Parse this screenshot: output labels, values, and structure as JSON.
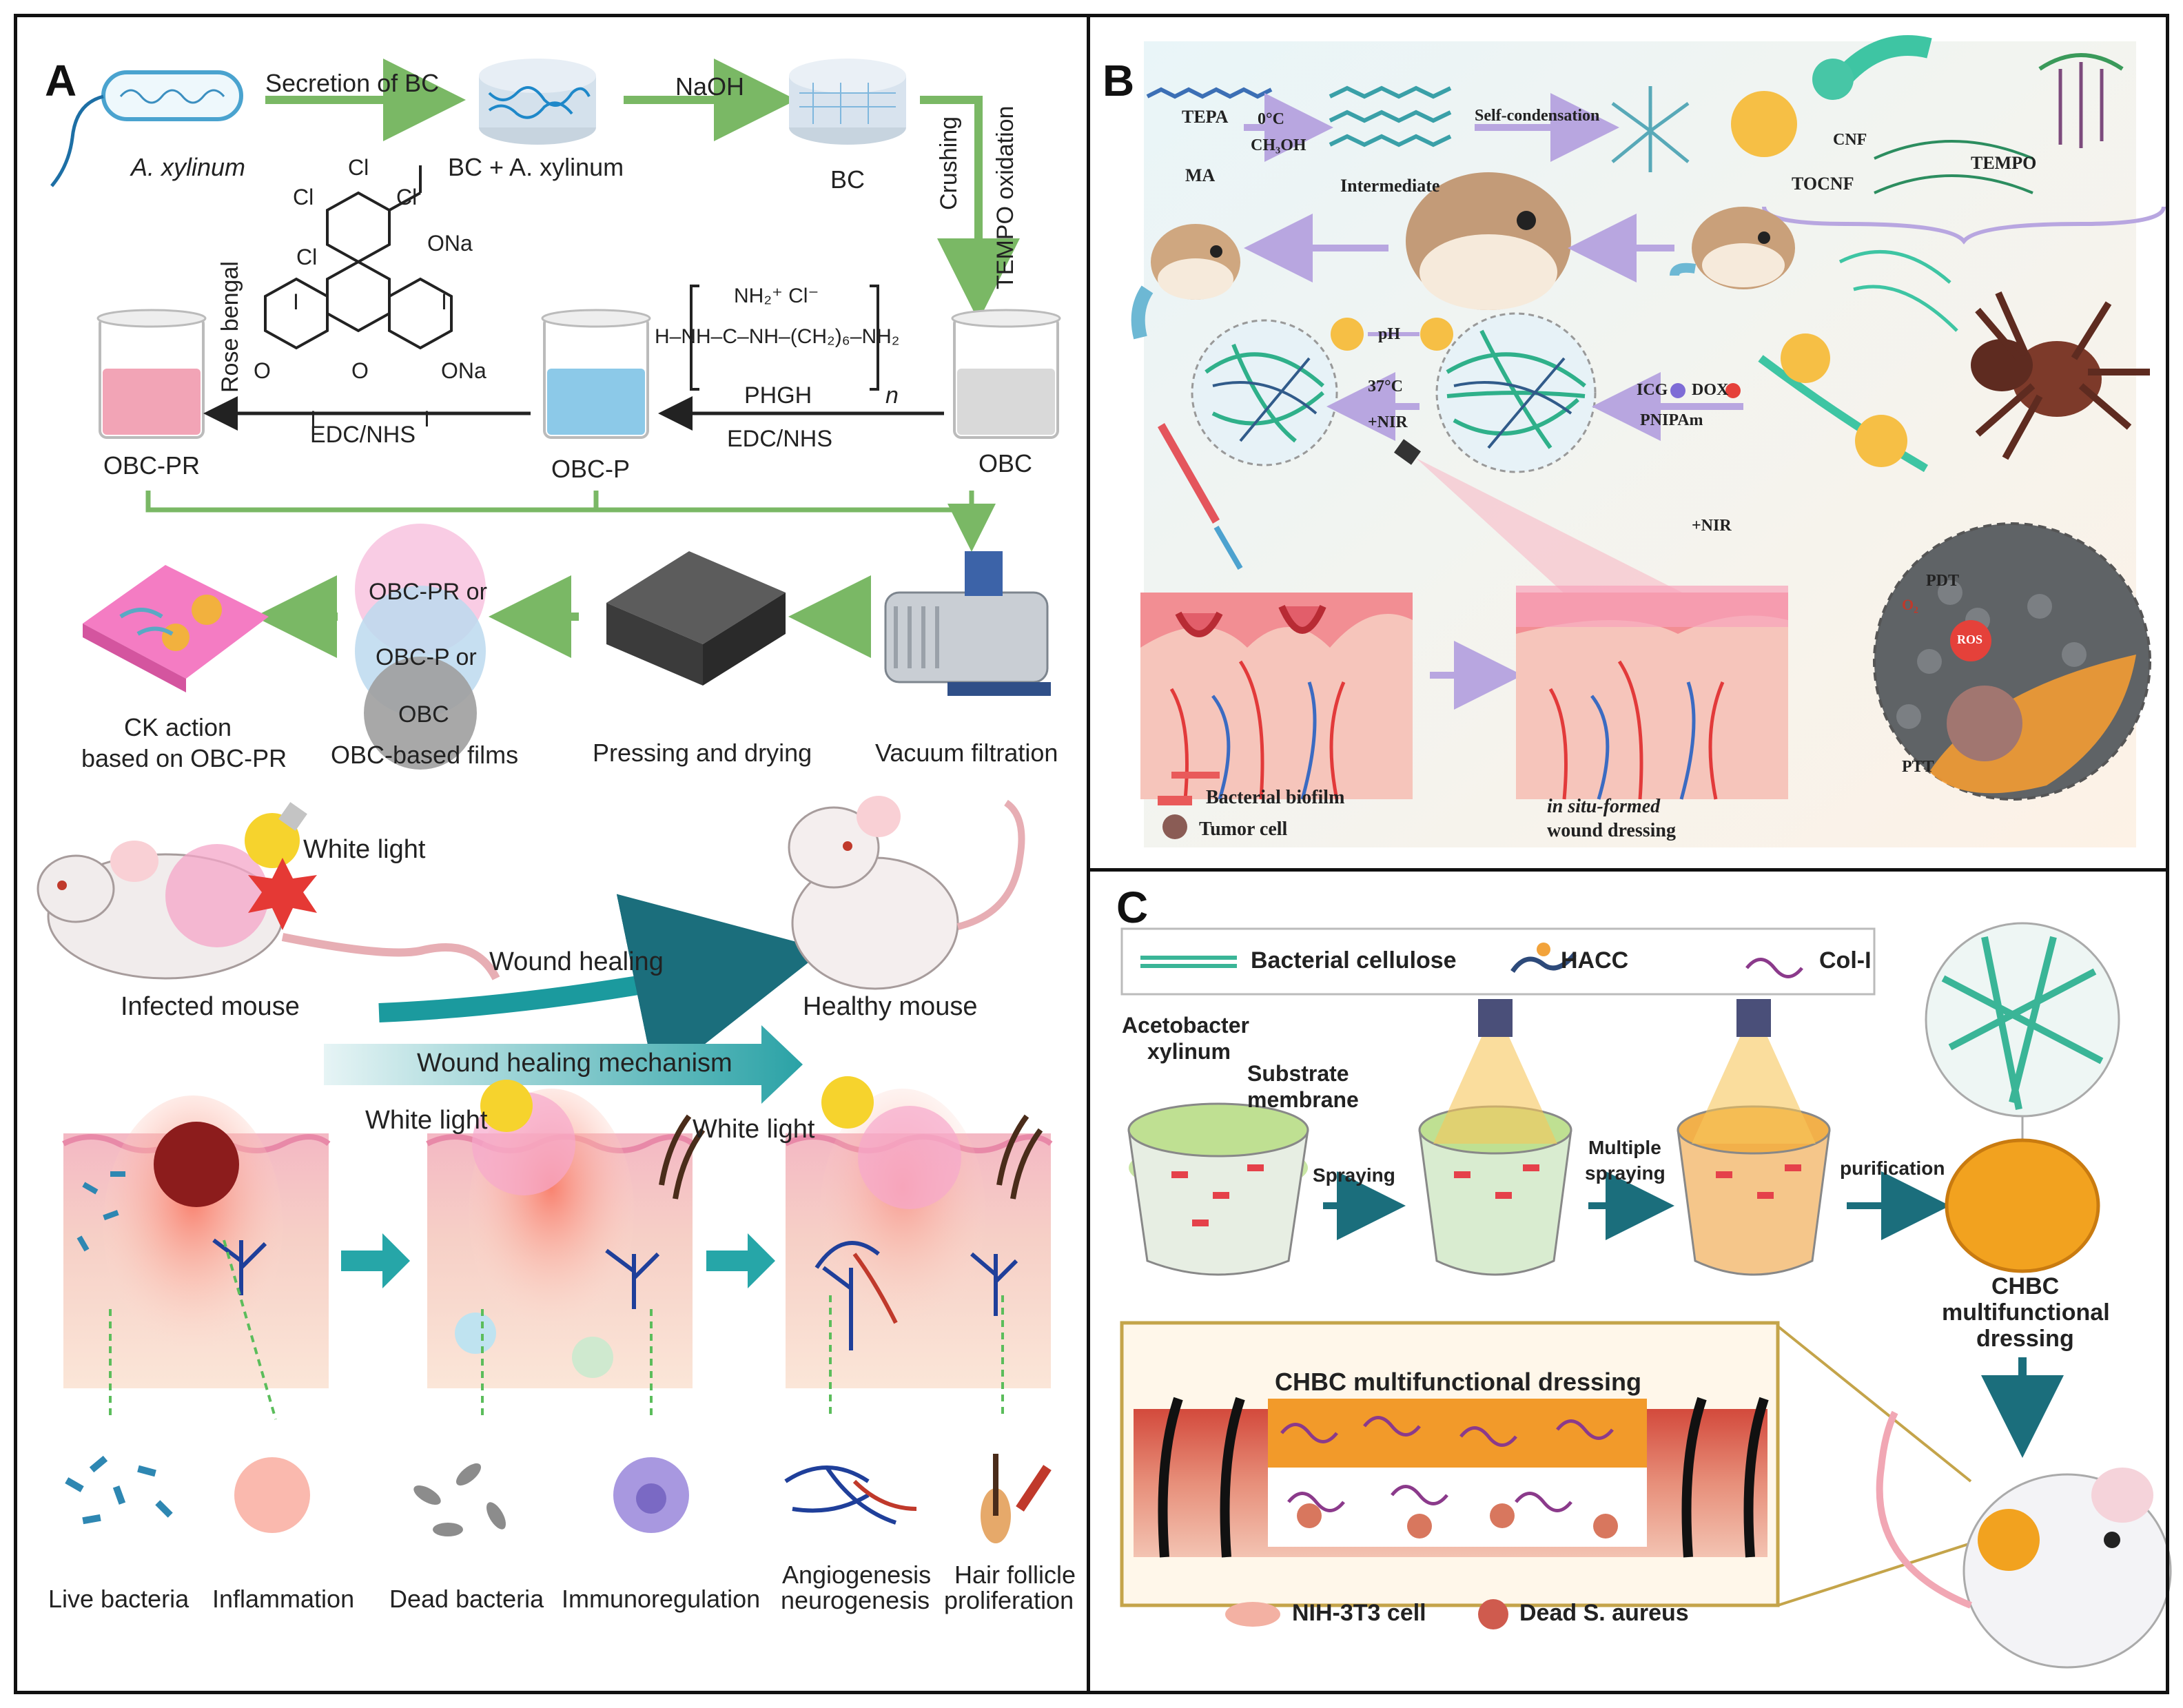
{
  "panels": {
    "a": {
      "letter": "A",
      "step_secretion": "Secretion of BC",
      "step_naoh": "NaOH",
      "organism": "A. xylinum",
      "bc_culture": "BC  + A. xylinum",
      "bc": "BC",
      "step_crushing": "Crushing",
      "step_tempo": "TEMPO oxidation",
      "rose_bengal": "Rose bengal",
      "ona": "ONa",
      "ona2": "ONa",
      "cl": "Cl",
      "i": "I",
      "o": "O",
      "phgh_unit": "NH₂⁺ Cl⁻",
      "phgh_backbone": "H–NH–C–NH–(CH₂)₆–NH₂",
      "phgh": "PHGH",
      "n": "n",
      "edc1": "EDC/NHS",
      "edc2": "EDC/NHS",
      "obc_pr": "OBC-PR",
      "obc_p": "OBC-P",
      "obc": "OBC",
      "venn_pr": "OBC-PR or",
      "venn_p": "OBC-P or",
      "venn_obc": "OBC",
      "film_label": "OBC-based films",
      "ck_action_1": "CK action",
      "ck_action_2": "based on OBC-PR",
      "pressing": "Pressing and drying",
      "vacuum": "Vacuum filtration",
      "white_light_1": "White light",
      "white_light_2": "White light",
      "white_light_3": "White light",
      "wound_healing": "Wound healing",
      "infected_mouse": "Infected mouse",
      "healthy_mouse": "Healthy mouse",
      "mechanism": "Wound healing mechanism",
      "live_bacteria": "Live bacteria",
      "inflammation": "Inflammation",
      "dead_bacteria": "Dead bacteria",
      "immunoregulation": "Immunoregulation",
      "angiogenesis_1": "Angiogenesis",
      "angiogenesis_2": "neurogenesis",
      "hair_1": "Hair follicle",
      "hair_2": "proliferation"
    },
    "b": {
      "letter": "B",
      "tepa": "TEPA",
      "ma": "MA",
      "temp": "0°C",
      "solvent": "CH₃OH",
      "intermediate": "Intermediate",
      "self_condensation": "Self-condensation",
      "cnf": "CNF",
      "tempo": "TEMPO",
      "tocnf": "TOCNF",
      "ph": "pH",
      "t37": "37°C",
      "nir_1": "+NIR",
      "icg": "ICG",
      "dox": "DOX",
      "pnipam": "PNIPAm",
      "nir_2": "+NIR",
      "pdt": "PDT",
      "o2": "O₂",
      "ros": "ROS",
      "ptt": "PTT",
      "biofilm": "Bacterial biofilm",
      "tumor": "Tumor cell",
      "in_situ_1": "in situ-formed",
      "in_situ_2": "wound dressing"
    },
    "c": {
      "letter": "C",
      "legend_bc": "Bacterial cellulose",
      "legend_hacc": "HACC",
      "legend_col": "Col-I",
      "acetobacter_1": "Acetobacter",
      "acetobacter_2": "xylinum",
      "substrate_1": "Substrate",
      "substrate_2": "membrane",
      "spraying": "Spraying",
      "multiple_1": "Multiple",
      "multiple_2": "spraying",
      "purification": "purification",
      "chbc_1": "CHBC",
      "chbc_2": "multifunctional",
      "chbc_3": "dressing",
      "dressing_title": "CHBC multifunctional dressing",
      "nih": "NIH-3T3 cell",
      "dead_sa": "Dead S. aureus"
    }
  },
  "colors": {
    "green_arrow": "#7ab865",
    "teal_arrow": "#2a9aa0",
    "lavender_arrow": "#b8a6e0",
    "dark_teal": "#1b6e7c",
    "pink_solution": "#f2a4b6",
    "blue_solution": "#8cc9e8",
    "grey_solution": "#d9d9d9"
  }
}
